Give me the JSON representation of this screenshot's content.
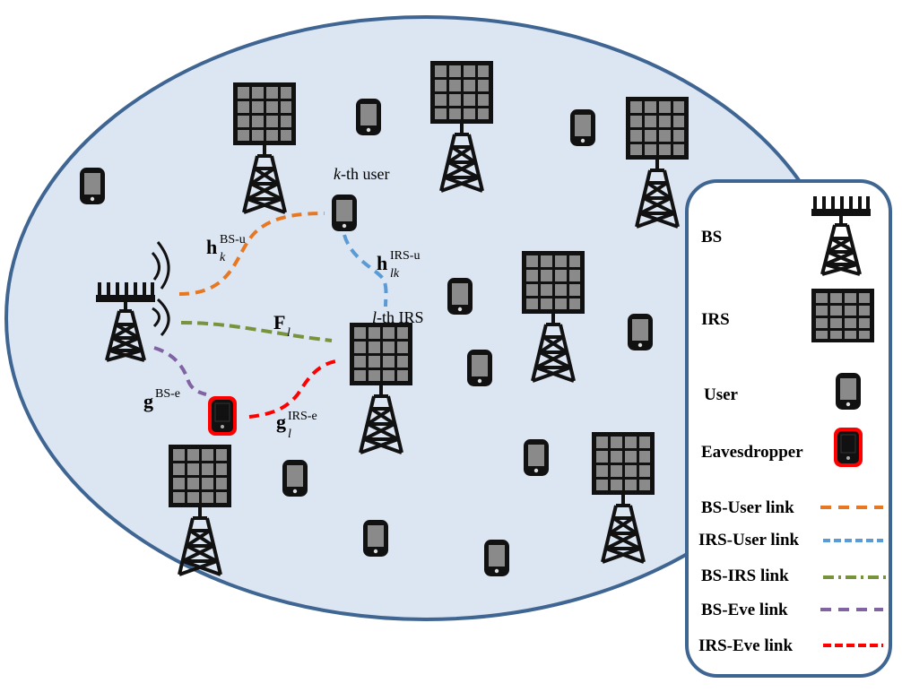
{
  "labels": {
    "kth_user": {
      "italic": "k",
      "text": "-th user"
    },
    "lth_irs": {
      "italic": "l",
      "text": "-th IRS"
    },
    "h_bs_u": {
      "main": "h",
      "sup": "BS-u",
      "sub": "k"
    },
    "h_irs_u": {
      "main": "h",
      "sup": "IRS-u",
      "sub": "lk"
    },
    "F_l": {
      "main": "F",
      "sub": "l"
    },
    "g_bs_e": {
      "main": "g",
      "sup": "BS-e"
    },
    "g_irs_e": {
      "main": "g",
      "sup": "IRS-e",
      "sub": "l"
    }
  },
  "legend": {
    "items": [
      {
        "label": "BS",
        "icon": "bs-tower-icon"
      },
      {
        "label": "IRS",
        "icon": "irs-panel-icon"
      },
      {
        "label": "User",
        "icon": "user-phone-icon"
      },
      {
        "label": "Eavesdropper",
        "icon": "eavesdropper-phone-icon"
      }
    ],
    "links": [
      {
        "label": "BS-User link",
        "color": "#E87722",
        "style": "dashed"
      },
      {
        "label": "IRS-User link",
        "color": "#5B9BD5",
        "style": "dashed"
      },
      {
        "label": "BS-IRS link",
        "color": "#77933C",
        "style": "dash-dot"
      },
      {
        "label": "BS-Eve link",
        "color": "#8064A2",
        "style": "dashed"
      },
      {
        "label": "IRS-Eve link",
        "color": "#FF0000",
        "style": "dashed"
      }
    ]
  },
  "colors": {
    "cell_fill": "#DCE6F2",
    "cell_border": "#3F6593",
    "eavesdropper": "#FF0000"
  }
}
